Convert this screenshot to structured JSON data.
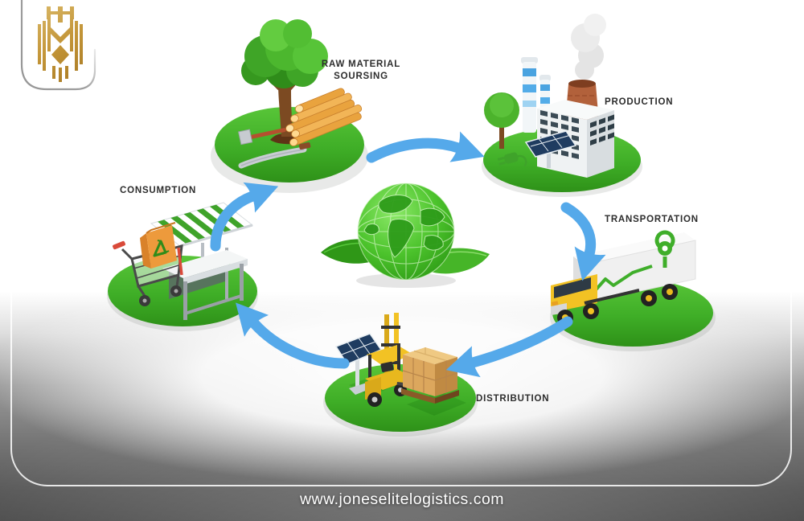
{
  "brand": {
    "logo_icon": "gold-lion-crest",
    "website": "www.joneselitelogistics.com"
  },
  "diagram": {
    "type": "cycle",
    "center_icon": "green-globe-with-leaves",
    "arrow_color": "#55A9EA",
    "stages": [
      {
        "id": "raw-material-sourcing",
        "label": "RAW MATERIAL SOURSING",
        "icon": "tree-logs-axe"
      },
      {
        "id": "production",
        "label": "PRODUCTION",
        "icon": "factory-chimneys-solar"
      },
      {
        "id": "transportation",
        "label": "TRANSPORTATION",
        "icon": "cargo-truck"
      },
      {
        "id": "distribution",
        "label": "DISTRIBUTION",
        "icon": "forklift-pallet"
      },
      {
        "id": "consumption",
        "label": "CONSUMPTION",
        "icon": "market-stall-cart"
      }
    ],
    "flow": [
      "raw-material-sourcing",
      "production",
      "transportation",
      "distribution",
      "consumption"
    ],
    "colors": {
      "mound_top": "#55C336",
      "mound_bottom": "#2E9118",
      "label_text": "#2D2D2D",
      "logo_gold": "#C89F3F",
      "footer_text": "#FFFFFF"
    }
  }
}
